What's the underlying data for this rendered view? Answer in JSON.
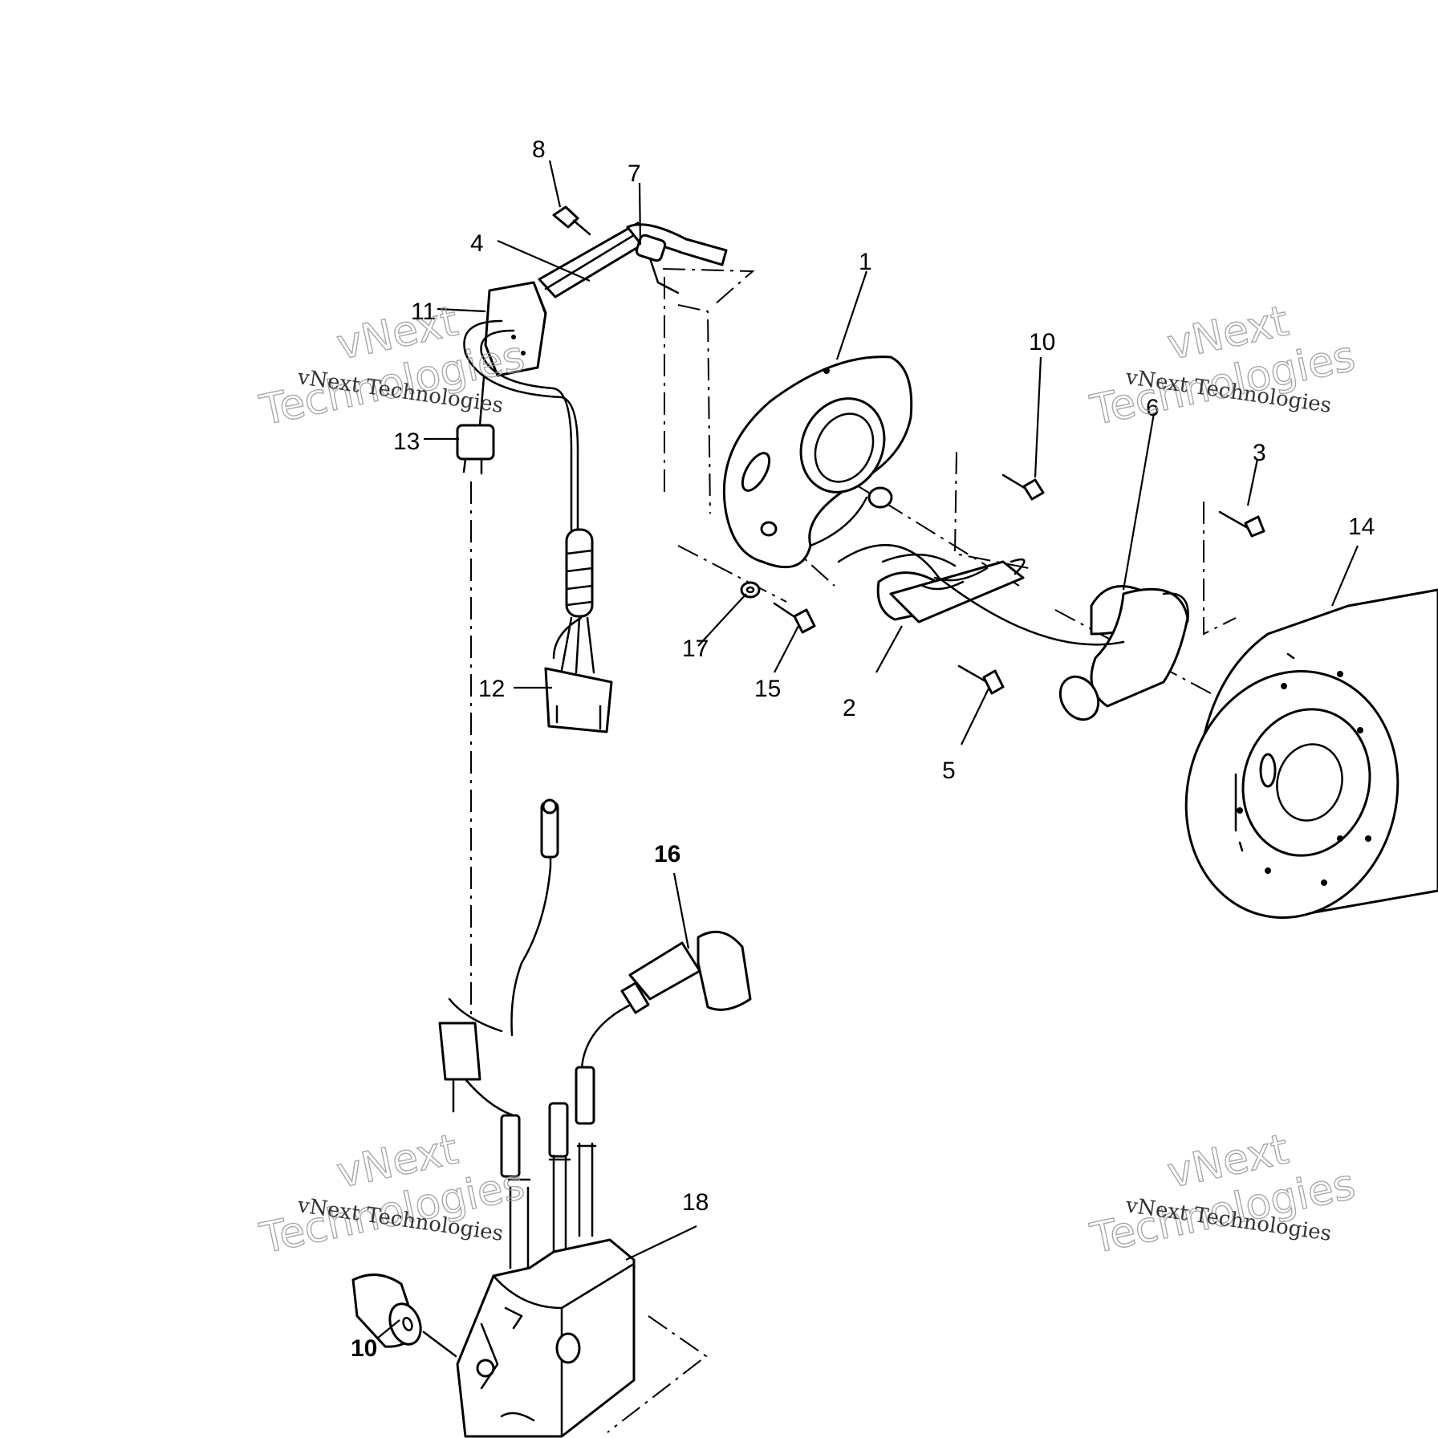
{
  "callouts": {
    "c1": "1",
    "c2": "2",
    "c3": "3",
    "c4": "4",
    "c5": "5",
    "c6": "6",
    "c7": "7",
    "c8": "8",
    "c10a": "10",
    "c10b": "10",
    "c11": "11",
    "c12": "12",
    "c13": "13",
    "c14": "14",
    "c15": "15",
    "c16": "16",
    "c17": "17",
    "c18": "18"
  },
  "watermark": {
    "small": "vNext Technologies",
    "big_line1": "vNext",
    "big_line2": "Technologies"
  }
}
